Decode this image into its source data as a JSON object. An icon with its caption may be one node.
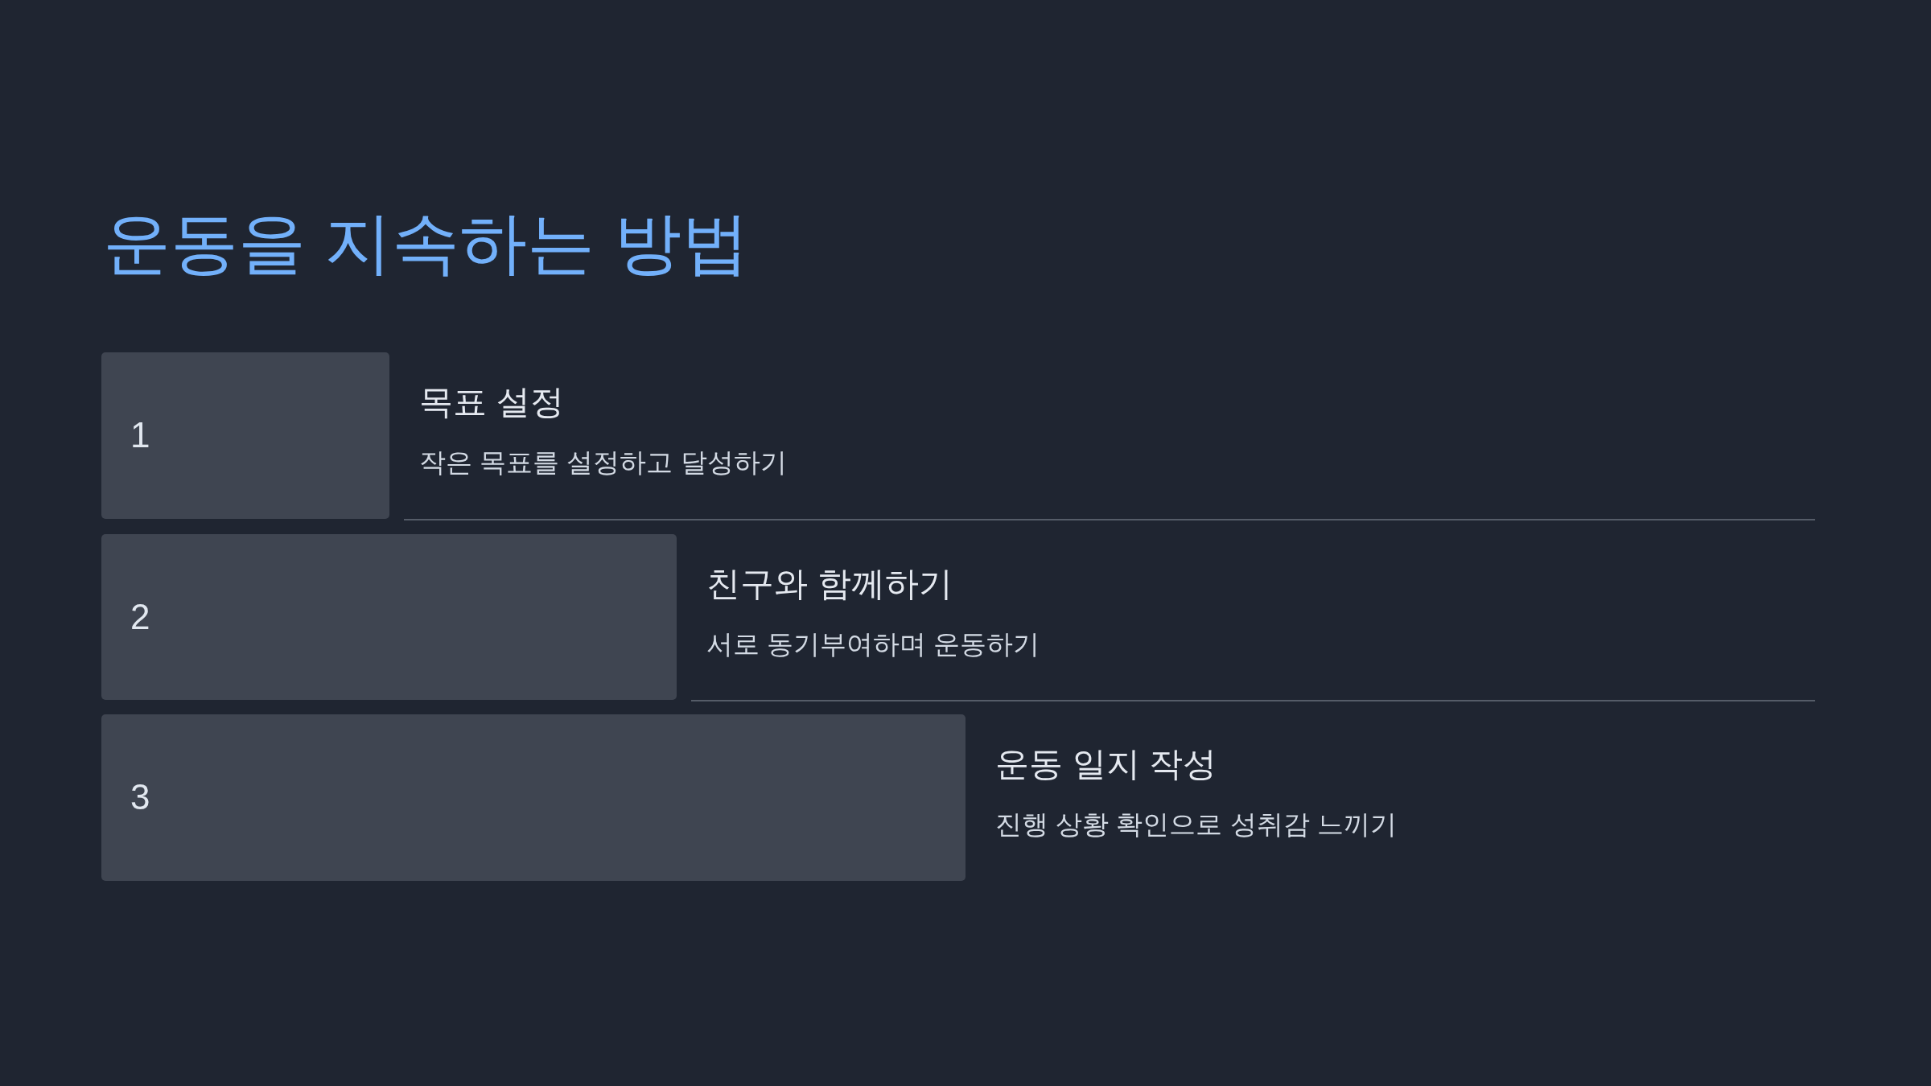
{
  "diagram": {
    "title": "운동을 지속하는 방법",
    "nodes": [
      {
        "text": [
          "1"
        ],
        "beside": [
          "목표 설정",
          "작은 목표를 설정하고 달성하기"
        ]
      },
      {
        "text": [
          "2"
        ],
        "beside": [
          "친구와 함께하기",
          "서로 동기부여하며 운동하기"
        ]
      },
      {
        "text": [
          "3"
        ],
        "beside": [
          "운동 일지 작성",
          "진행 상황 확인으로 성취감 느끼기"
        ]
      }
    ]
  }
}
